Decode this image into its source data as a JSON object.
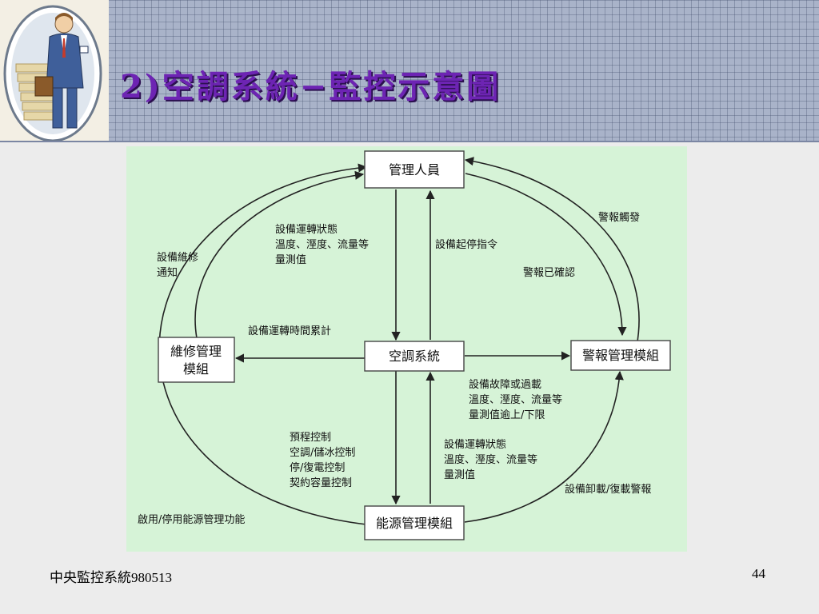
{
  "slide": {
    "title": "2)空調系統−監控示意圖",
    "footer_left": "中央監控系統980513",
    "page_number": "44"
  },
  "colors": {
    "title": "#6d24b3",
    "header_bg": "#a9b3c9",
    "diagram_bg": "#d6f3d7"
  },
  "diagram": {
    "nodes": {
      "manager": "管理人員",
      "maintenance": [
        "維修管理",
        "模組"
      ],
      "hvac": "空調系統",
      "alarm": "警報管理模組",
      "energy": "能源管理模組"
    },
    "labels": {
      "status_to_manager": [
        "設備運轉狀態",
        "溫度、溼度、流量等",
        "量測值"
      ],
      "command": "設備起停指令",
      "alarm_trigger": "警報觸發",
      "alarm_confirmed": "警報已確認",
      "maintenance_notice": [
        "設備維修",
        "通知"
      ],
      "runtime_total": "設備運轉時間累計",
      "fault_overload": [
        "設備故障或過載",
        "溫度、溼度、流量等",
        "量測值逾上/下限"
      ],
      "controls": [
        "預程控制",
        "空調/儲冰控制",
        "停/復電控制",
        "契約容量控制"
      ],
      "status_to_energy": [
        "設備運轉狀態",
        "溫度、溼度、流量等",
        "量測值"
      ],
      "load_shed_alarm": "設備卸載/復載警報",
      "energy_function": "啟用/停用能源管理功能"
    }
  }
}
